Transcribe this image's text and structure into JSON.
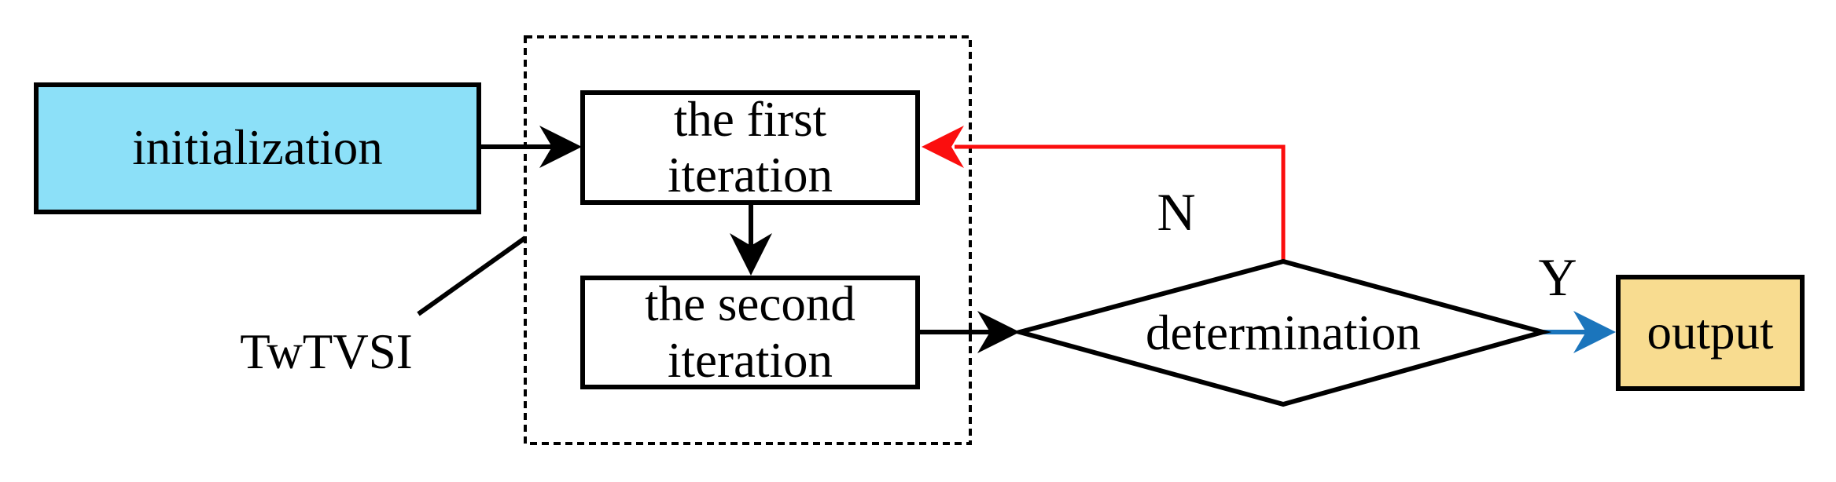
{
  "diagram": {
    "nodes": {
      "initialization": {
        "label": "initialization",
        "shape": "rectangle",
        "fill": "#8CE0F8"
      },
      "first_iteration": {
        "label": "the first\niteration",
        "shape": "rectangle",
        "fill": "#FFFFFF"
      },
      "second_iteration": {
        "label": "the second\niteration",
        "shape": "rectangle",
        "fill": "#FFFFFF"
      },
      "determination": {
        "label": "determination",
        "shape": "diamond",
        "fill": "#FFFFFF"
      },
      "output": {
        "label": "output",
        "shape": "rectangle",
        "fill": "#F8DC90"
      }
    },
    "annotations": {
      "group_label": "TwTVSI",
      "no_label": "N",
      "yes_label": "Y"
    },
    "edges": [
      {
        "from": "initialization",
        "to": "first_iteration",
        "color": "#000000"
      },
      {
        "from": "first_iteration",
        "to": "second_iteration",
        "color": "#000000"
      },
      {
        "from": "second_iteration",
        "to": "determination",
        "color": "#000000"
      },
      {
        "from": "determination",
        "to": "first_iteration",
        "label": "N",
        "color": "#FB0E0E"
      },
      {
        "from": "determination",
        "to": "output",
        "label": "Y",
        "color": "#1B75BC"
      }
    ],
    "colors": {
      "line_black": "#000000",
      "no_branch_red": "#FB0E0E",
      "yes_branch_blue": "#1B75BC",
      "initialization_fill": "#8CE0F8",
      "output_fill": "#F8DC90",
      "box_fill_white": "#FFFFFF"
    }
  }
}
